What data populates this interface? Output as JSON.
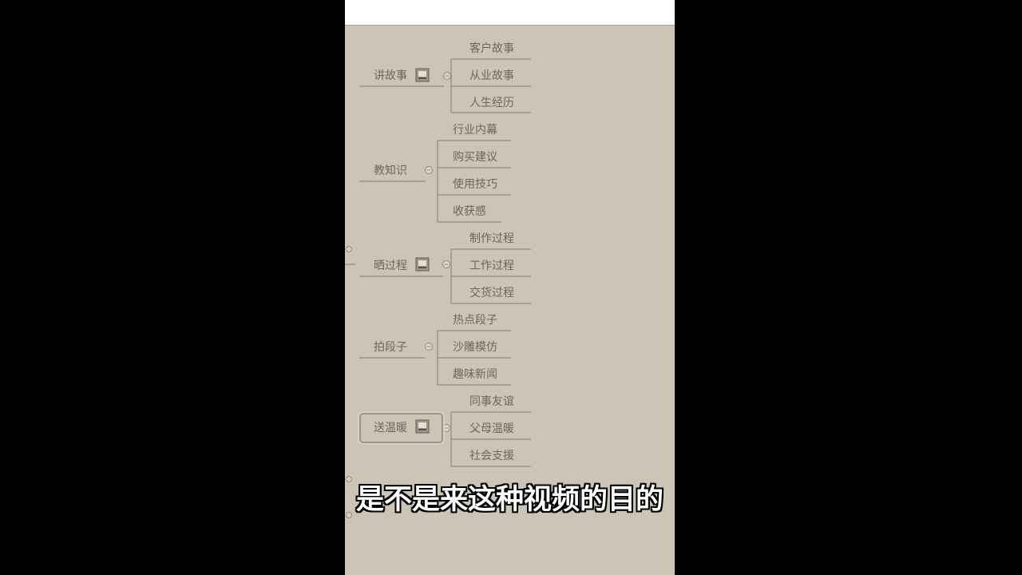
{
  "mindmap": {
    "branches": [
      {
        "label": "讲故事",
        "has_note_icon": true,
        "children": [
          "客户故事",
          "从业故事",
          "人生经历"
        ]
      },
      {
        "label": "教知识",
        "has_note_icon": false,
        "children": [
          "行业内幕",
          "购买建议",
          "使用技巧",
          "收获感"
        ]
      },
      {
        "label": "晒过程",
        "has_note_icon": true,
        "children": [
          "制作过程",
          "工作过程",
          "交货过程"
        ]
      },
      {
        "label": "拍段子",
        "has_note_icon": false,
        "children": [
          "热点段子",
          "沙雕模仿",
          "趣味新闻"
        ]
      },
      {
        "label": "送温暖",
        "has_note_icon": true,
        "selected": true,
        "children": [
          "同事友谊",
          "父母温暖",
          "社会支援"
        ]
      }
    ]
  },
  "subtitle": "是不是来这种视频的目的",
  "icons": {
    "note": "note-icon",
    "collapse": "collapse-icon"
  },
  "colors": {
    "letterbox": "#000000",
    "canvas": "#ccc4b5",
    "text": "#6a6762",
    "line": "#8f8a83",
    "topbar": "#ffffff",
    "subtitle": "#ffffff"
  }
}
